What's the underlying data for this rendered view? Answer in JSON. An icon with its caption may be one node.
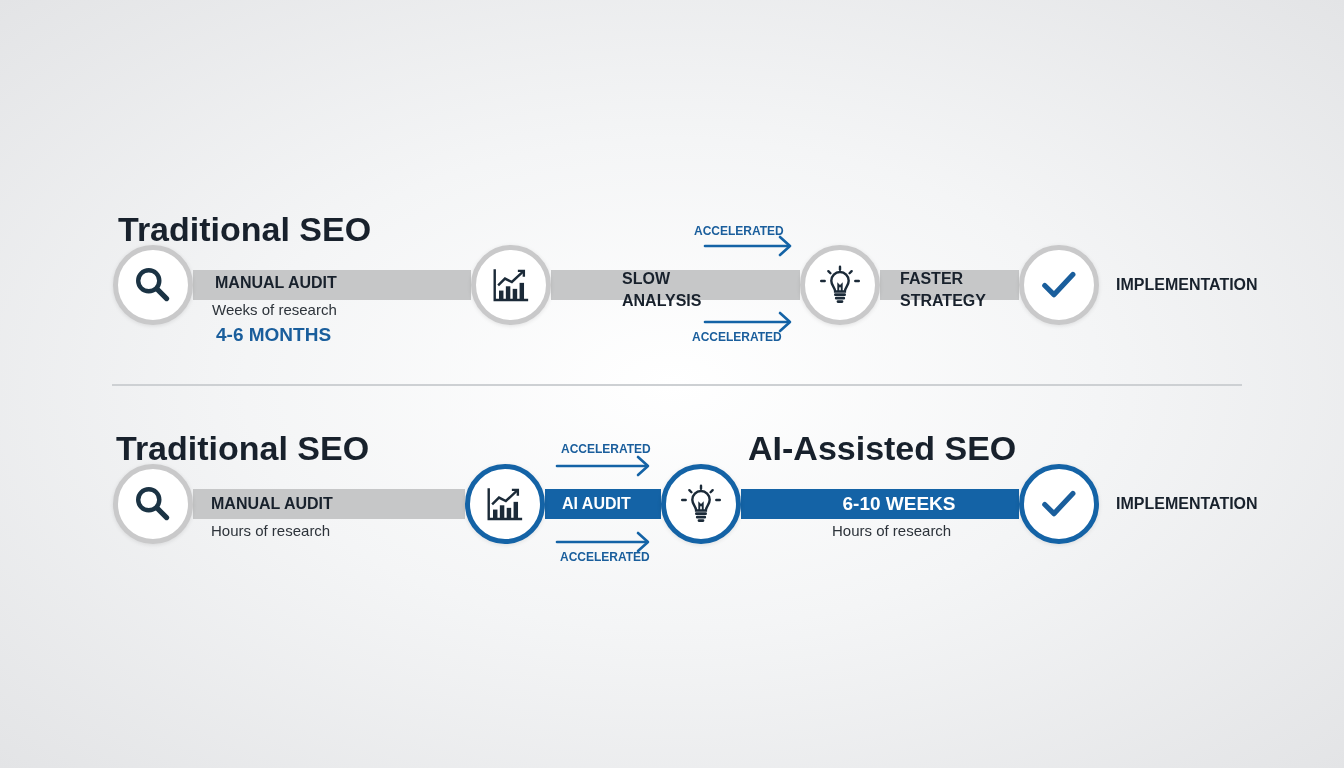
{
  "diagram": {
    "nodes": [
      {
        "text": [],
        "shape": "circle"
      },
      {
        "text": [],
        "shape": "circle"
      },
      {
        "text": [],
        "shape": "circle"
      },
      {
        "text": [],
        "shape": "circle",
        "beside": [
          "IMPLEMENTATION"
        ]
      },
      {
        "text": [],
        "shape": "circle"
      },
      {
        "text": [],
        "shape": "circle"
      },
      {
        "text": [],
        "shape": "circle"
      },
      {
        "text": [],
        "shape": "circle",
        "beside": [
          "IMPLEMENTATION"
        ]
      }
    ],
    "edges": [
      {
        "from": 0,
        "to": 1,
        "arrow": "none",
        "label": "MANUAL AUDIT",
        "style": "thick",
        "color": "#c6c7c8"
      },
      {
        "from": 1,
        "to": 2,
        "arrow": "none",
        "label": "SLOW ANALYSIS",
        "style": "thick",
        "color": "#c6c7c8"
      },
      {
        "from": 2,
        "to": 3,
        "arrow": "none",
        "label": "FASTER STRATEGY",
        "style": "thick",
        "color": "#c6c7c8"
      },
      {
        "from": 4,
        "to": 5,
        "arrow": "none",
        "label": "MANUAL AUDIT",
        "style": "thick",
        "color": "#c6c7c8"
      },
      {
        "from": 5,
        "to": 6,
        "arrow": "none",
        "label": "AI AUDIT",
        "style": "thick",
        "color": "#1463a6"
      },
      {
        "from": 6,
        "to": 7,
        "arrow": "none",
        "label": "6-10 WEEKS",
        "style": "thick",
        "color": "#1463a6"
      }
    ],
    "labels": [
      "Traditional SEO",
      "ACCELERATED",
      "Weeks of research",
      "4-6 MONTHS",
      "ACCELERATED",
      "Traditional SEO",
      "ACCELERATED",
      "AI-Assisted SEO",
      "Hours of research",
      "Hours of research",
      "ACCELERATED"
    ]
  }
}
